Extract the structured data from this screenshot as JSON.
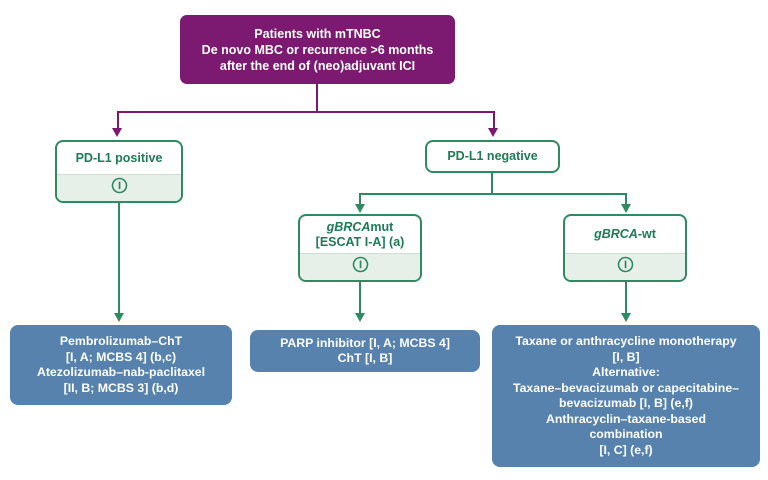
{
  "diagram": {
    "title": "mTNBC treatment algorithm",
    "colors": {
      "purple": "#7B1A70",
      "green": "#2D8A61",
      "green_text": "#1F7A56",
      "green_fill": "#E7EFE9",
      "blue": "#5682AD",
      "white": "#FFFFFF"
    },
    "root": {
      "lines": [
        "Patients with mTNBC",
        "De novo MBC or recurrence >6 months",
        "after the end of (neo)adjuvant ICI"
      ]
    },
    "branches": {
      "pdl1_positive": {
        "label": "PD-L1 positive",
        "info_icon": "info-icon"
      },
      "pdl1_negative": {
        "label": "PD-L1 negative"
      },
      "gbrca_mut": {
        "label_italic": "gBRCA",
        "label_rest": "mut",
        "line2": "[ESCAT I-A] (a)",
        "info_icon": "info-icon"
      },
      "gbrca_wt": {
        "label_italic": "gBRCA",
        "label_rest": "-wt",
        "info_icon": "info-icon"
      }
    },
    "treatments": {
      "pdl1_positive_tx": {
        "lines": [
          "Pembrolizumab–ChT",
          "[I, A; MCBS 4] (b,c)",
          "Atezolizumab–nab-paclitaxel",
          "[II, B; MCBS 3] (b,d)"
        ]
      },
      "gbrca_mut_tx": {
        "lines": [
          "PARP inhibitor [I, A; MCBS 4]",
          "ChT [I, B]"
        ]
      },
      "gbrca_wt_tx": {
        "lines": [
          "Taxane or anthracycline monotherapy",
          "[I, B]",
          "Alternative:",
          "Taxane–bevacizumab or capecitabine–",
          "bevacizumab [I, B] (e,f)",
          "Anthracyclin–taxane-based",
          "combination",
          "[I, C] (e,f)"
        ]
      }
    }
  }
}
